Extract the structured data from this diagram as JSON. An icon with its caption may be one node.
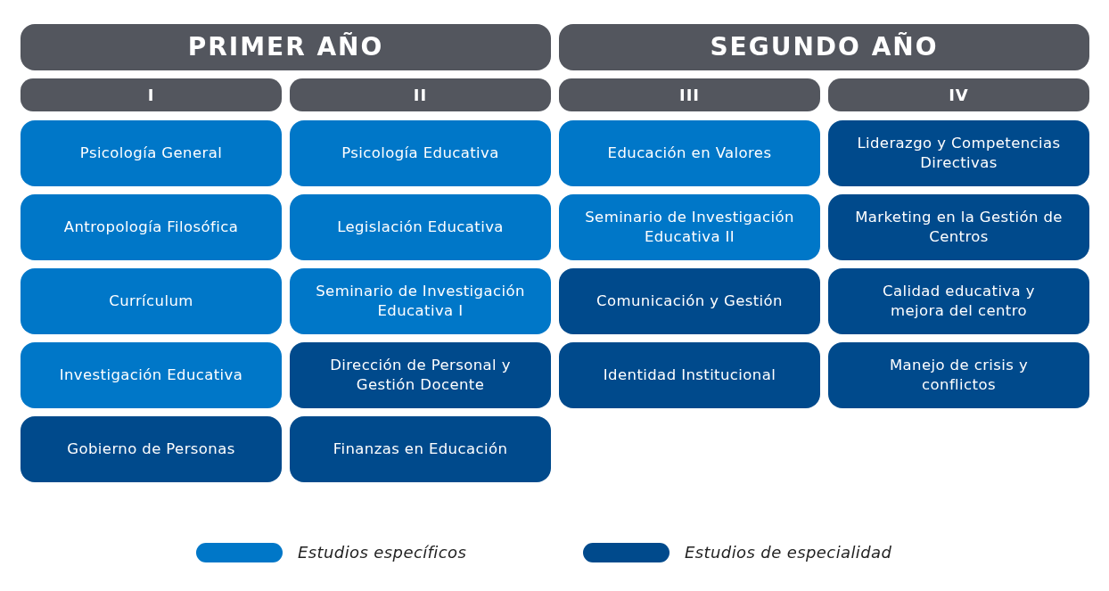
{
  "diagram": {
    "nodes": [
      {
        "text": [
          "PRIMER AÑO"
        ]
      },
      {
        "text": [
          "SEGUNDO AÑO"
        ]
      },
      {
        "text": [
          "I"
        ]
      },
      {
        "text": [
          "II"
        ]
      },
      {
        "text": [
          "III"
        ]
      },
      {
        "text": [
          "IV"
        ]
      },
      {
        "text": [
          "Psicología General"
        ]
      },
      {
        "text": [
          "Psicología Educativa"
        ]
      },
      {
        "text": [
          "Educación en Valores"
        ]
      },
      {
        "text": [
          "Liderazgo y Competencias Directivas"
        ]
      },
      {
        "text": [
          "Antropología Filosófica"
        ]
      },
      {
        "text": [
          "Legislación Educativa"
        ]
      },
      {
        "text": [
          "Seminario de Investigación Educativa II"
        ]
      },
      {
        "text": [
          "Marketing en la Gestión de Centros"
        ]
      },
      {
        "text": [
          "Currículum"
        ]
      },
      {
        "text": [
          "Seminario de Investigación Educativa I"
        ]
      },
      {
        "text": [
          "Comunicación y Gestión"
        ]
      },
      {
        "text": [
          "Calidad educativa y mejora del centro"
        ]
      },
      {
        "text": [
          "Investigación Educativa"
        ]
      },
      {
        "text": [
          "Dirección de Personal y Gestión Docente"
        ]
      },
      {
        "text": [
          "Identidad Institucional"
        ]
      },
      {
        "text": [
          "Manejo de crisis y conflictos"
        ]
      },
      {
        "text": [
          "Gobierno de Personas"
        ]
      },
      {
        "text": [
          "Finanzas en Educación"
        ]
      }
    ],
    "legend": [
      {
        "text": "Estudios específicos",
        "color": "#0077c8"
      },
      {
        "text": "Estudios de especialidad",
        "color": "#004a8c"
      }
    ]
  }
}
